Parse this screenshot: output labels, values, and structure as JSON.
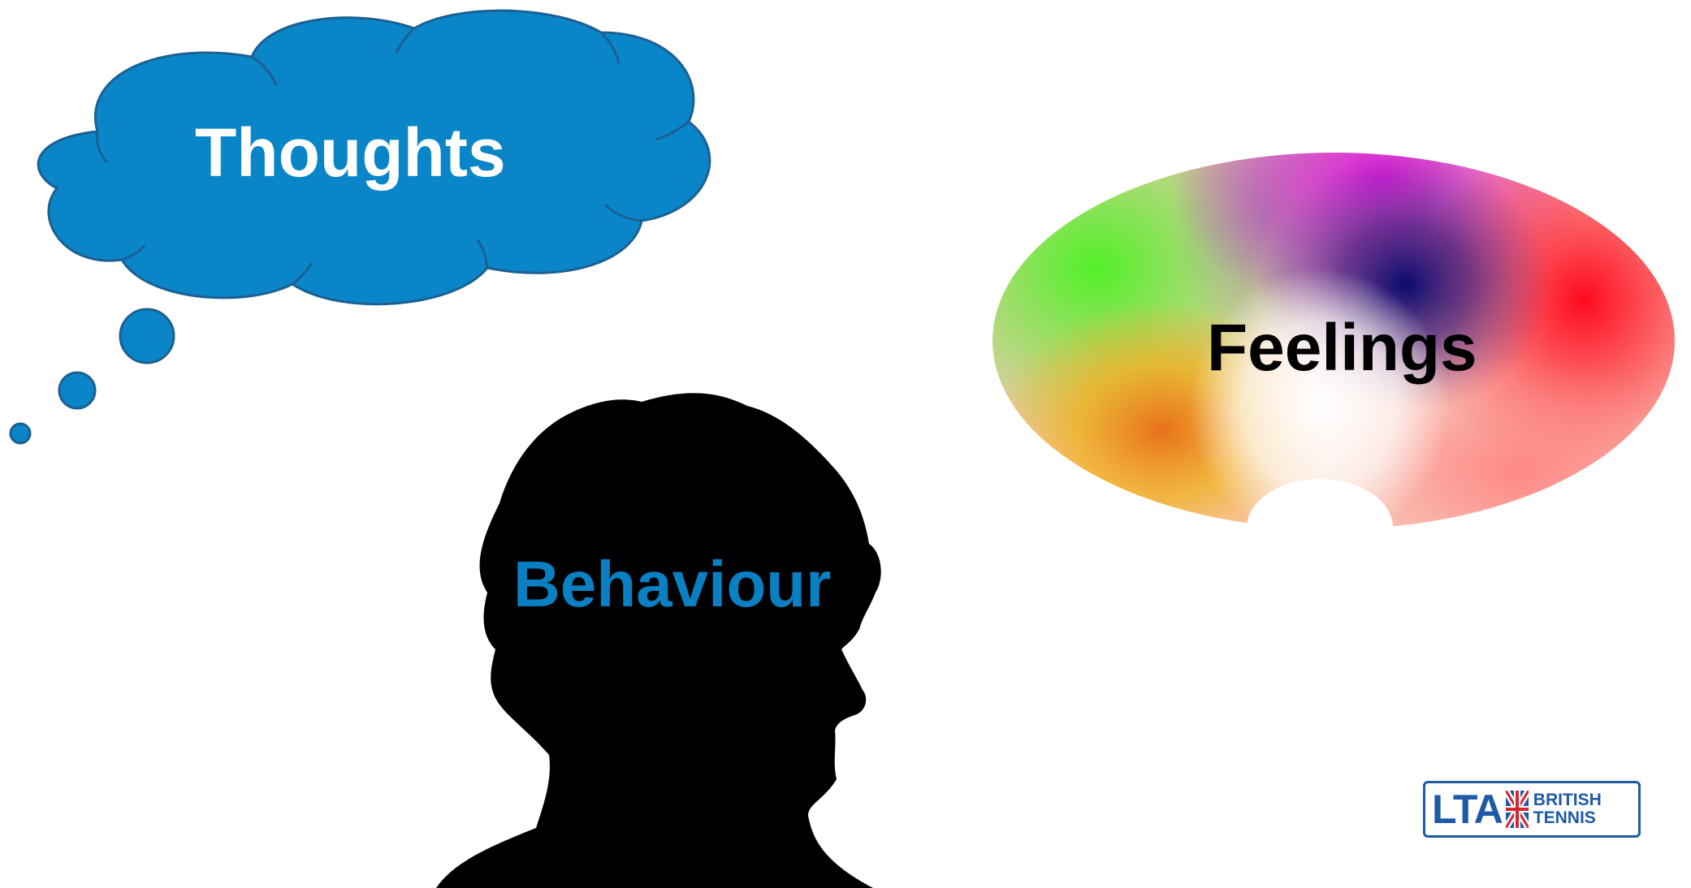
{
  "labels": {
    "thoughts": "Thoughts",
    "feelings": "Feelings",
    "behaviour": "Behaviour"
  },
  "logo": {
    "mark": "LTA",
    "line1": "BRITISH",
    "line2": "TENNIS"
  },
  "colors": {
    "cloud_fill": "#0a86c8",
    "cloud_stroke": "#1b5f93",
    "behaviour_text": "#0a7fc1",
    "silhouette": "#000000",
    "logo_blue": "#1f5aa6",
    "logo_red": "#d6252f"
  },
  "icons": {
    "thought_cloud": "thought-bubble-icon",
    "head": "head-silhouette-icon",
    "feelings_blob": "color-spectrum-blob",
    "flag": "union-flag-icon"
  }
}
